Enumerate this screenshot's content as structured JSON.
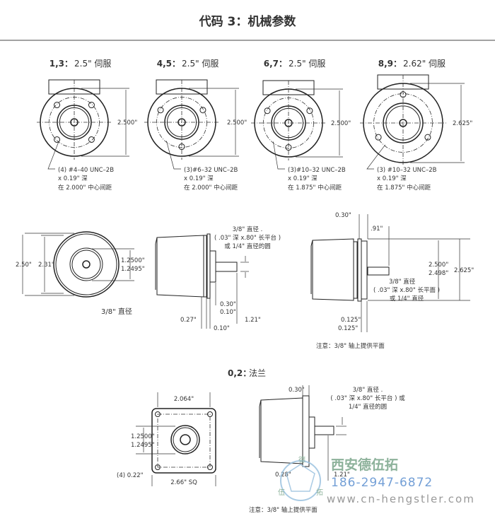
{
  "title": "代码 3：机械参数",
  "servo_views": [
    {
      "code": "1,3：",
      "desc": "2.5\" 伺服",
      "dim": "2.500\"",
      "holes": 4,
      "notes": [
        "(4) #4–40 UNC–2B",
        "x 0.19\" 深",
        "在 2.000\" 中心间距"
      ]
    },
    {
      "code": "4,5：",
      "desc": "2.5\" 伺服",
      "dim": "2.500\"",
      "holes": 3,
      "notes": [
        "(3)#6–32 UNC–2B",
        "x 0.19\" 深",
        "在 2.000\" 中心间距"
      ]
    },
    {
      "code": "6,7：",
      "desc": "2.5\" 伺服",
      "dim": "2.500\"",
      "holes": 3,
      "notes": [
        "(3)#10–32 UNC–2B",
        "x 0.19\" 深",
        "在 1.875\" 中心间距"
      ]
    },
    {
      "code": "8,9：",
      "desc": "2.62\" 伺服",
      "dim": "2.625\"",
      "holes": 3,
      "notes": [
        "(3) #10–32 UNC–2B",
        "x 0.19\" 深",
        "在 1.875\" 中心间距"
      ]
    }
  ],
  "front_view": {
    "outer": "2.50\"",
    "inner": "2.31\"",
    "pilot_max": "1.2500\"",
    "pilot_min": "1.2495\"",
    "shaft": "3/8\" 直径"
  },
  "side_view": {
    "shaft_note": [
      "3/8\" 直径 .",
      "( .03\" 深 x.80\" 长平台 )",
      "或 1/4\" 直径的圆"
    ],
    "d_030": "0.30\"",
    "d_010a": "0.10\"",
    "d_027": "0.27\"",
    "d_121": "1.21\"",
    "d_010b": "0.10\""
  },
  "servo_side_view": {
    "d_030": "0.30\"",
    "d_091": ".91\"",
    "d_2500": "2.500\"",
    "d_2498": "2.498\"",
    "d_2625": "2.625\"",
    "shaft_note": [
      "3/8\" 直径",
      "( .03\" 深 x.80\" 长平面 )",
      "或 1/4\" 直径"
    ],
    "d_0125a": "0.125\"",
    "d_0125b": "0.125\"",
    "footnote": "注意：3/8\" 轴上提供平面"
  },
  "flange": {
    "code": "0,2：",
    "desc": "法兰",
    "d_2064": "2.064\"",
    "pilot_max": "1.2500\"",
    "pilot_min": "1.2495\"",
    "holes": "(4) 0.22\"",
    "size": "2.66\" SQ",
    "d_030": "0.30\"",
    "shaft_note": [
      "3/8\" 直径 .",
      "( .03\" 深 x.80\" 长平台 ) 或",
      "1/4\" 直径的圆"
    ],
    "d_028": "0.28\"",
    "d_121": "1.21\"",
    "footnote": "注意：3/8\" 轴上提供平面"
  },
  "watermark": {
    "company": "西安德伍拓",
    "phone": "186-2947-6872",
    "url": "www.cn-hengstler.com",
    "logo_chars": [
      "德",
      "伍",
      "拓"
    ],
    "colors": {
      "company": "#7aa58a",
      "phone": "#5b8fd0",
      "url": "#888888"
    }
  }
}
